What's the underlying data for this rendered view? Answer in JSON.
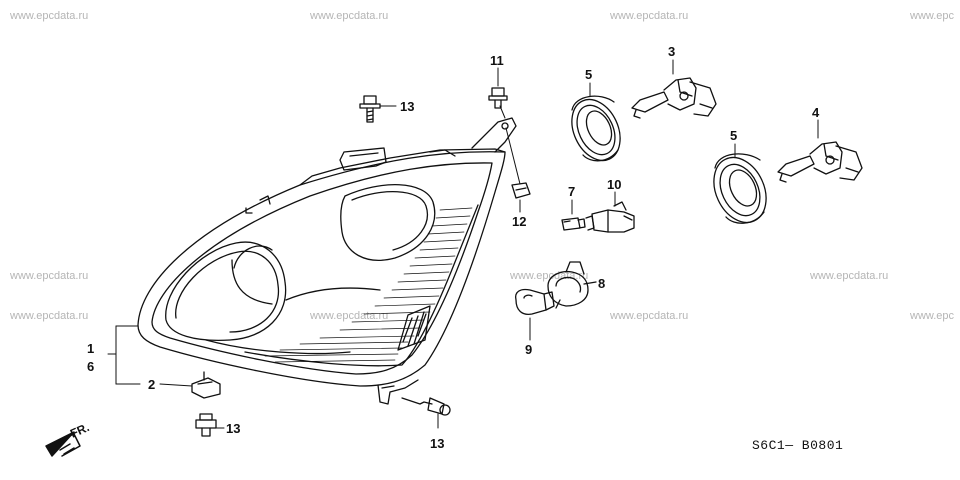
{
  "watermark": "www.epcdata.ru",
  "watermark_cut": "www.epc",
  "diagram_code": "S6C1— B0801",
  "direction_label": "FR.",
  "callouts": {
    "c1": "1",
    "c6": "6",
    "c2": "2",
    "c3": "3",
    "c4": "4",
    "c5a": "5",
    "c5b": "5",
    "c7": "7",
    "c8": "8",
    "c9": "9",
    "c10": "10",
    "c11": "11",
    "c12": "12",
    "c13a": "13",
    "c13b": "13",
    "c13c": "13"
  }
}
